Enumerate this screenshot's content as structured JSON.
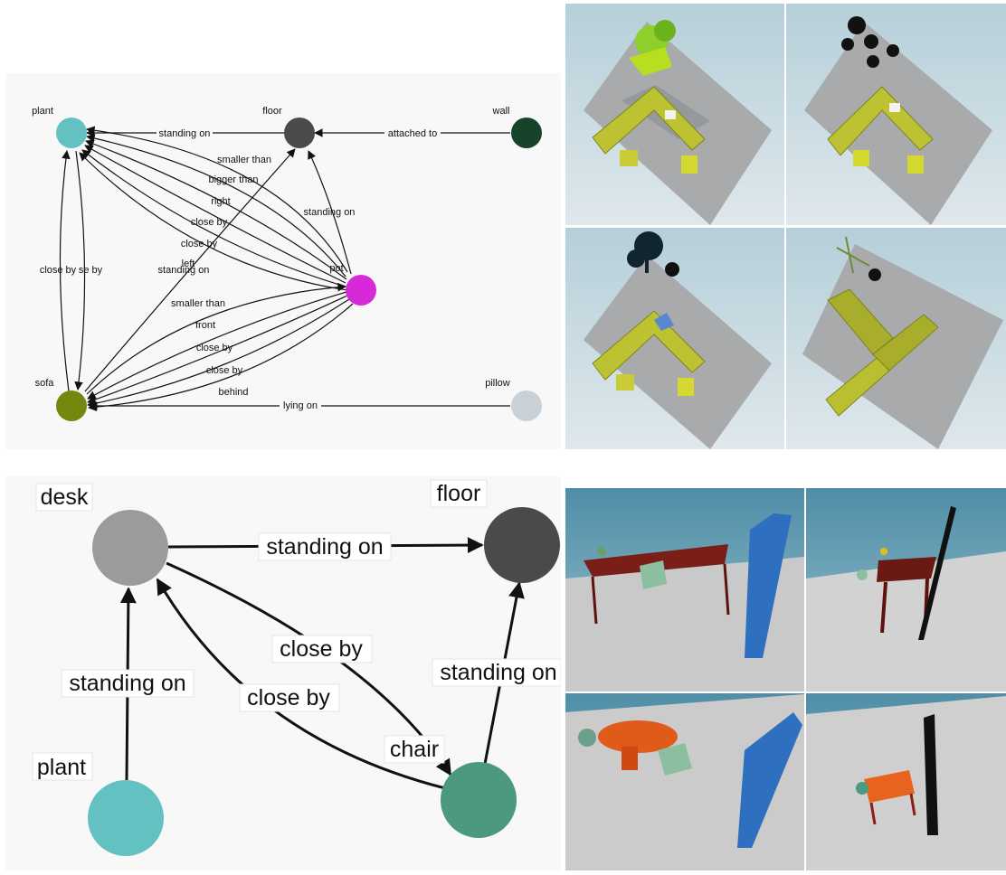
{
  "top_graph": {
    "nodes": [
      {
        "id": "plant",
        "label": "plant",
        "color": "#63c2c1"
      },
      {
        "id": "floor",
        "label": "floor",
        "color": "#4a4a4a"
      },
      {
        "id": "wall",
        "label": "wall",
        "color": "#17432a"
      },
      {
        "id": "pot",
        "label": "pot",
        "color": "#d62ad8"
      },
      {
        "id": "sofa",
        "label": "sofa",
        "color": "#76870f"
      },
      {
        "id": "pillow",
        "label": "pillow",
        "color": "#c9d0d6"
      }
    ],
    "edges": [
      {
        "label": "standing on"
      },
      {
        "label": "attached to"
      },
      {
        "label": "smaller than"
      },
      {
        "label": "bigger than"
      },
      {
        "label": "right"
      },
      {
        "label": "close by"
      },
      {
        "label": "close by"
      },
      {
        "label": "standing on"
      },
      {
        "label": "standing on"
      },
      {
        "label": "left"
      },
      {
        "label": "smaller than"
      },
      {
        "label": "front"
      },
      {
        "label": "close by"
      },
      {
        "label": "close by"
      },
      {
        "label": "behind"
      },
      {
        "label": "lying on"
      },
      {
        "label": "close by"
      },
      {
        "label": "se by"
      }
    ]
  },
  "bottom_graph": {
    "nodes": [
      {
        "id": "desk",
        "label": "desk",
        "color": "#9b9b9b"
      },
      {
        "id": "floor",
        "label": "floor",
        "color": "#4a4a4a"
      },
      {
        "id": "plant",
        "label": "plant",
        "color": "#63c2c1"
      },
      {
        "id": "chair",
        "label": "chair",
        "color": "#4b9a7e"
      }
    ],
    "edges": [
      {
        "label": "standing on"
      },
      {
        "label": "standing on"
      },
      {
        "label": "close by"
      },
      {
        "label": "close by"
      },
      {
        "label": "standing on"
      }
    ]
  },
  "renders_top": [
    {
      "name": "render-sofa-plant-1"
    },
    {
      "name": "render-sofa-plant-2"
    },
    {
      "name": "render-sofa-tree-3"
    },
    {
      "name": "render-sofa-plant-4"
    }
  ],
  "renders_bottom": [
    {
      "name": "render-desk-door-1"
    },
    {
      "name": "render-desk-door-2"
    },
    {
      "name": "render-table-door-3"
    },
    {
      "name": "render-table-door-4"
    }
  ]
}
